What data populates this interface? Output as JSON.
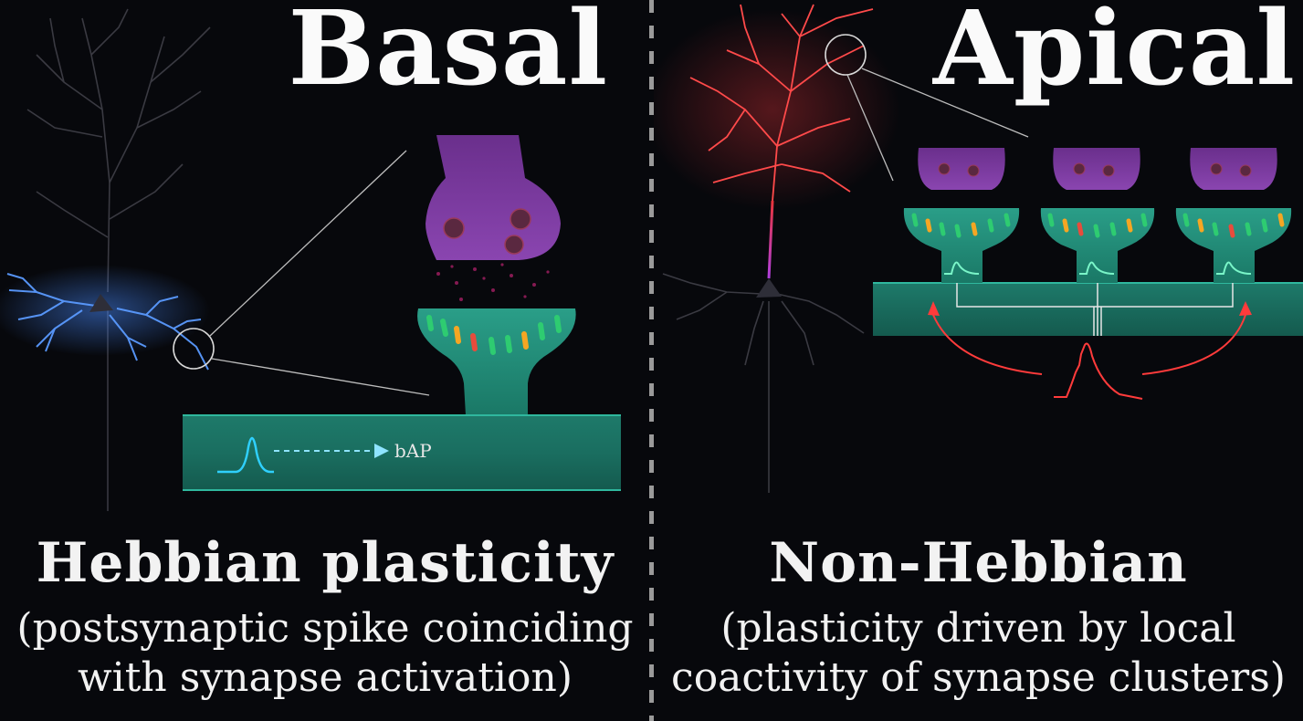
{
  "left": {
    "title": "Basal",
    "caption_main": "Hebbian plasticity",
    "caption_sub_line1": "(postsynaptic spike coinciding",
    "caption_sub_line2": "with synapse activation)",
    "signal_label": "bAP"
  },
  "right": {
    "title": "Apical",
    "caption_main": "Non-Hebbian",
    "caption_sub_line1": "(plasticity driven by local",
    "caption_sub_line2": "coactivity of synapse clusters)"
  },
  "colors": {
    "background": "#07080c",
    "presynaptic": "#7a3a9e",
    "postsynaptic": "#1f8a78",
    "basal_dendrite": "#4a8cff",
    "apical_dendrite": "#e8343a",
    "spike_trace": "#2fd0ff",
    "divider": "#9a9a9a"
  }
}
